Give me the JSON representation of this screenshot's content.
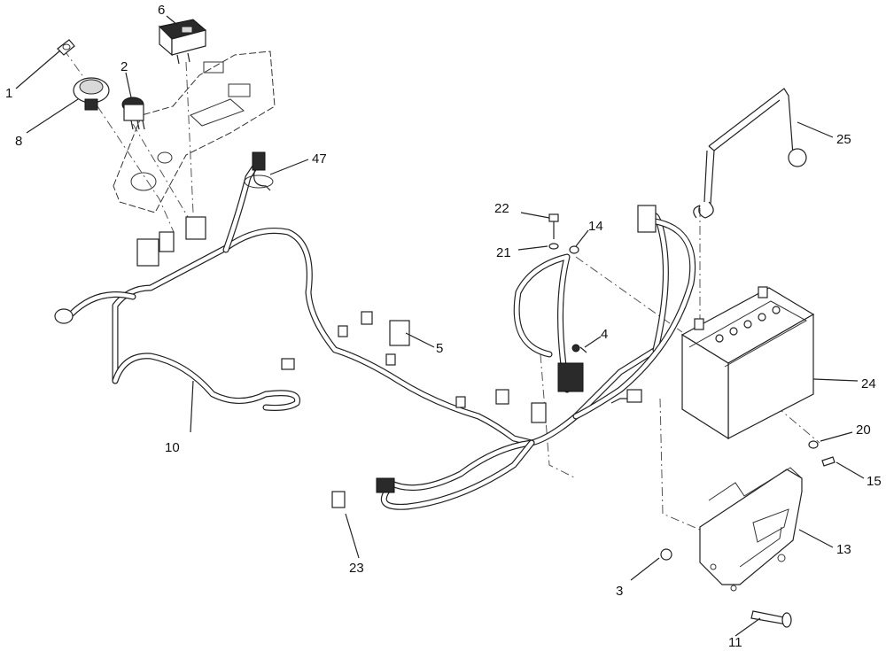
{
  "callouts": [
    {
      "id": "c1",
      "label": "1"
    },
    {
      "id": "c2",
      "label": "2"
    },
    {
      "id": "c3",
      "label": "3"
    },
    {
      "id": "c4",
      "label": "4"
    },
    {
      "id": "c5",
      "label": "5"
    },
    {
      "id": "c6",
      "label": "6"
    },
    {
      "id": "c8",
      "label": "8"
    },
    {
      "id": "c10",
      "label": "10"
    },
    {
      "id": "c11",
      "label": "11"
    },
    {
      "id": "c13",
      "label": "13"
    },
    {
      "id": "c14",
      "label": "14"
    },
    {
      "id": "c15",
      "label": "15"
    },
    {
      "id": "c20",
      "label": "20"
    },
    {
      "id": "c21",
      "label": "21"
    },
    {
      "id": "c22",
      "label": "22"
    },
    {
      "id": "c23",
      "label": "23"
    },
    {
      "id": "c24",
      "label": "24"
    },
    {
      "id": "c25",
      "label": "25"
    },
    {
      "id": "c47",
      "label": "47"
    }
  ]
}
